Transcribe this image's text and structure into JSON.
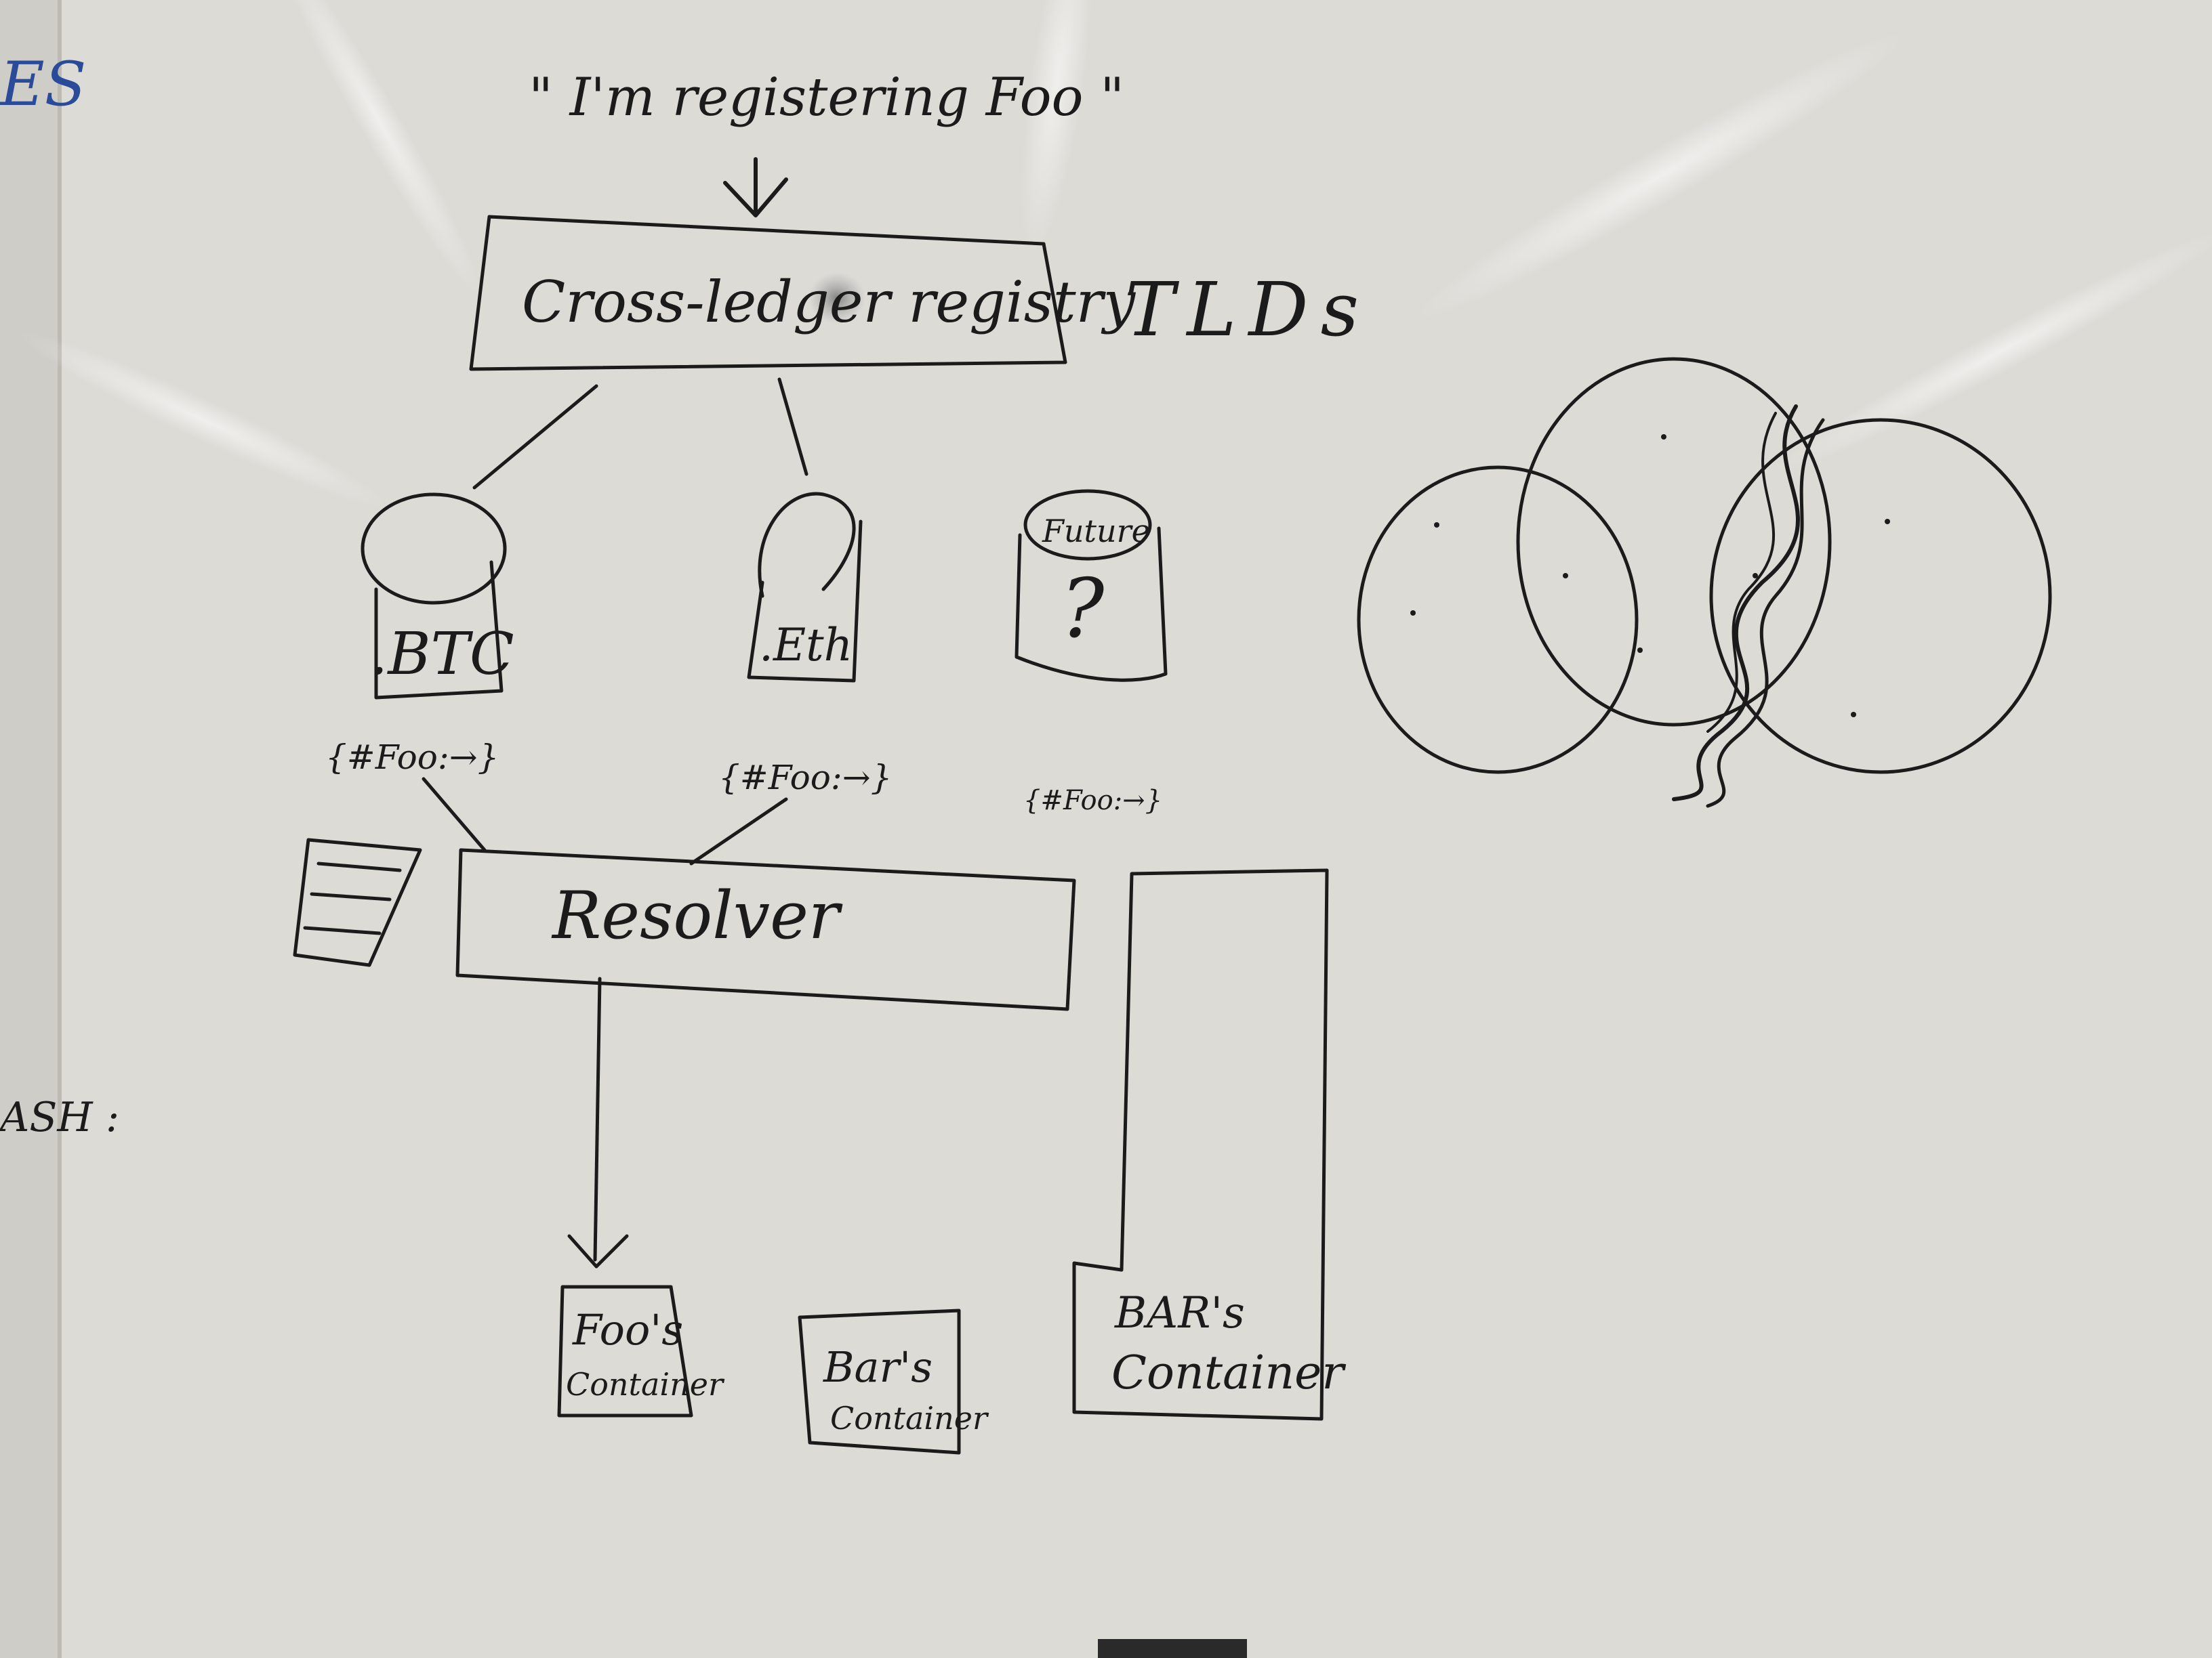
{
  "board": {
    "quote": "\" I'm registering Foo \"",
    "registry_label": "Cross-ledger registry",
    "tlds_label": "TLDs",
    "tlds": [
      {
        "label": ".BTC",
        "top": ""
      },
      {
        "label": ".Eth",
        "top": ""
      },
      {
        "label": "?",
        "top": "Future"
      }
    ],
    "mappings": [
      "{#Foo:→}",
      "{#Foo:→}",
      "{#Foo:→}"
    ],
    "resolver_label": "Resolver",
    "containers": [
      {
        "line1": "Foo's",
        "line2": "Container"
      },
      {
        "line1": "Bar's",
        "line2": "Container"
      },
      {
        "line1": "BAR's",
        "line2": "Container"
      }
    ],
    "edge_text_left_top": "ES",
    "edge_text_left_mid": "ASH :"
  },
  "colors": {
    "board": "#dcdbd6",
    "ink": "#1b1b1b",
    "blue_ink": "#2a4a9a",
    "frame": "#bdbab3"
  }
}
